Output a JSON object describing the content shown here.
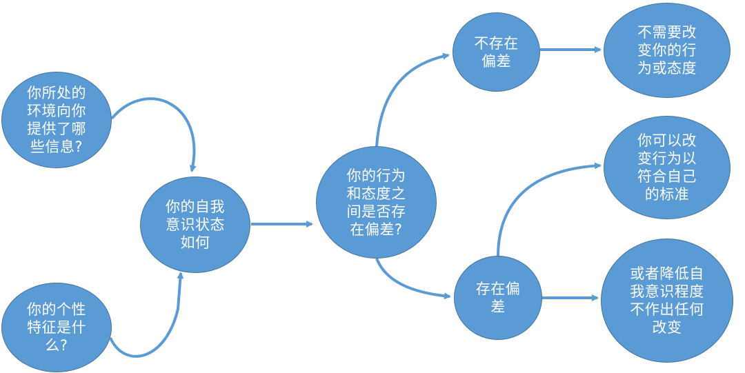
{
  "diagram": {
    "colors": {
      "node_fill": "#5b9bd5",
      "node_border": "#41719c",
      "text": "#ffffff",
      "connector": "#5b9bd5"
    },
    "nodes": {
      "environment": "你所处的\n环境向你\n提供了哪\n些信息?",
      "personality": "你的个性\n特征是什\n么?",
      "self_awareness": "你的自我\n意识状态\n如何",
      "discrepancy": "你的行为\n和态度之\n间是否存\n在偏差?",
      "no_bias": "不存在\n偏差",
      "no_change": "不需要改\n变你的行\n为或态度",
      "bias": "存在偏\n差",
      "change": "你可以改\n变行为以\n符合自己\n的标准",
      "lower": "或者降低自\n我意识程度\n不作出任何\n改变"
    },
    "edges": [
      {
        "from": "environment",
        "to": "self_awareness"
      },
      {
        "from": "personality",
        "to": "self_awareness"
      },
      {
        "from": "self_awareness",
        "to": "discrepancy"
      },
      {
        "from": "discrepancy",
        "to": "no_bias"
      },
      {
        "from": "discrepancy",
        "to": "bias"
      },
      {
        "from": "no_bias",
        "to": "no_change"
      },
      {
        "from": "bias",
        "to": "change"
      },
      {
        "from": "bias",
        "to": "lower"
      }
    ]
  }
}
